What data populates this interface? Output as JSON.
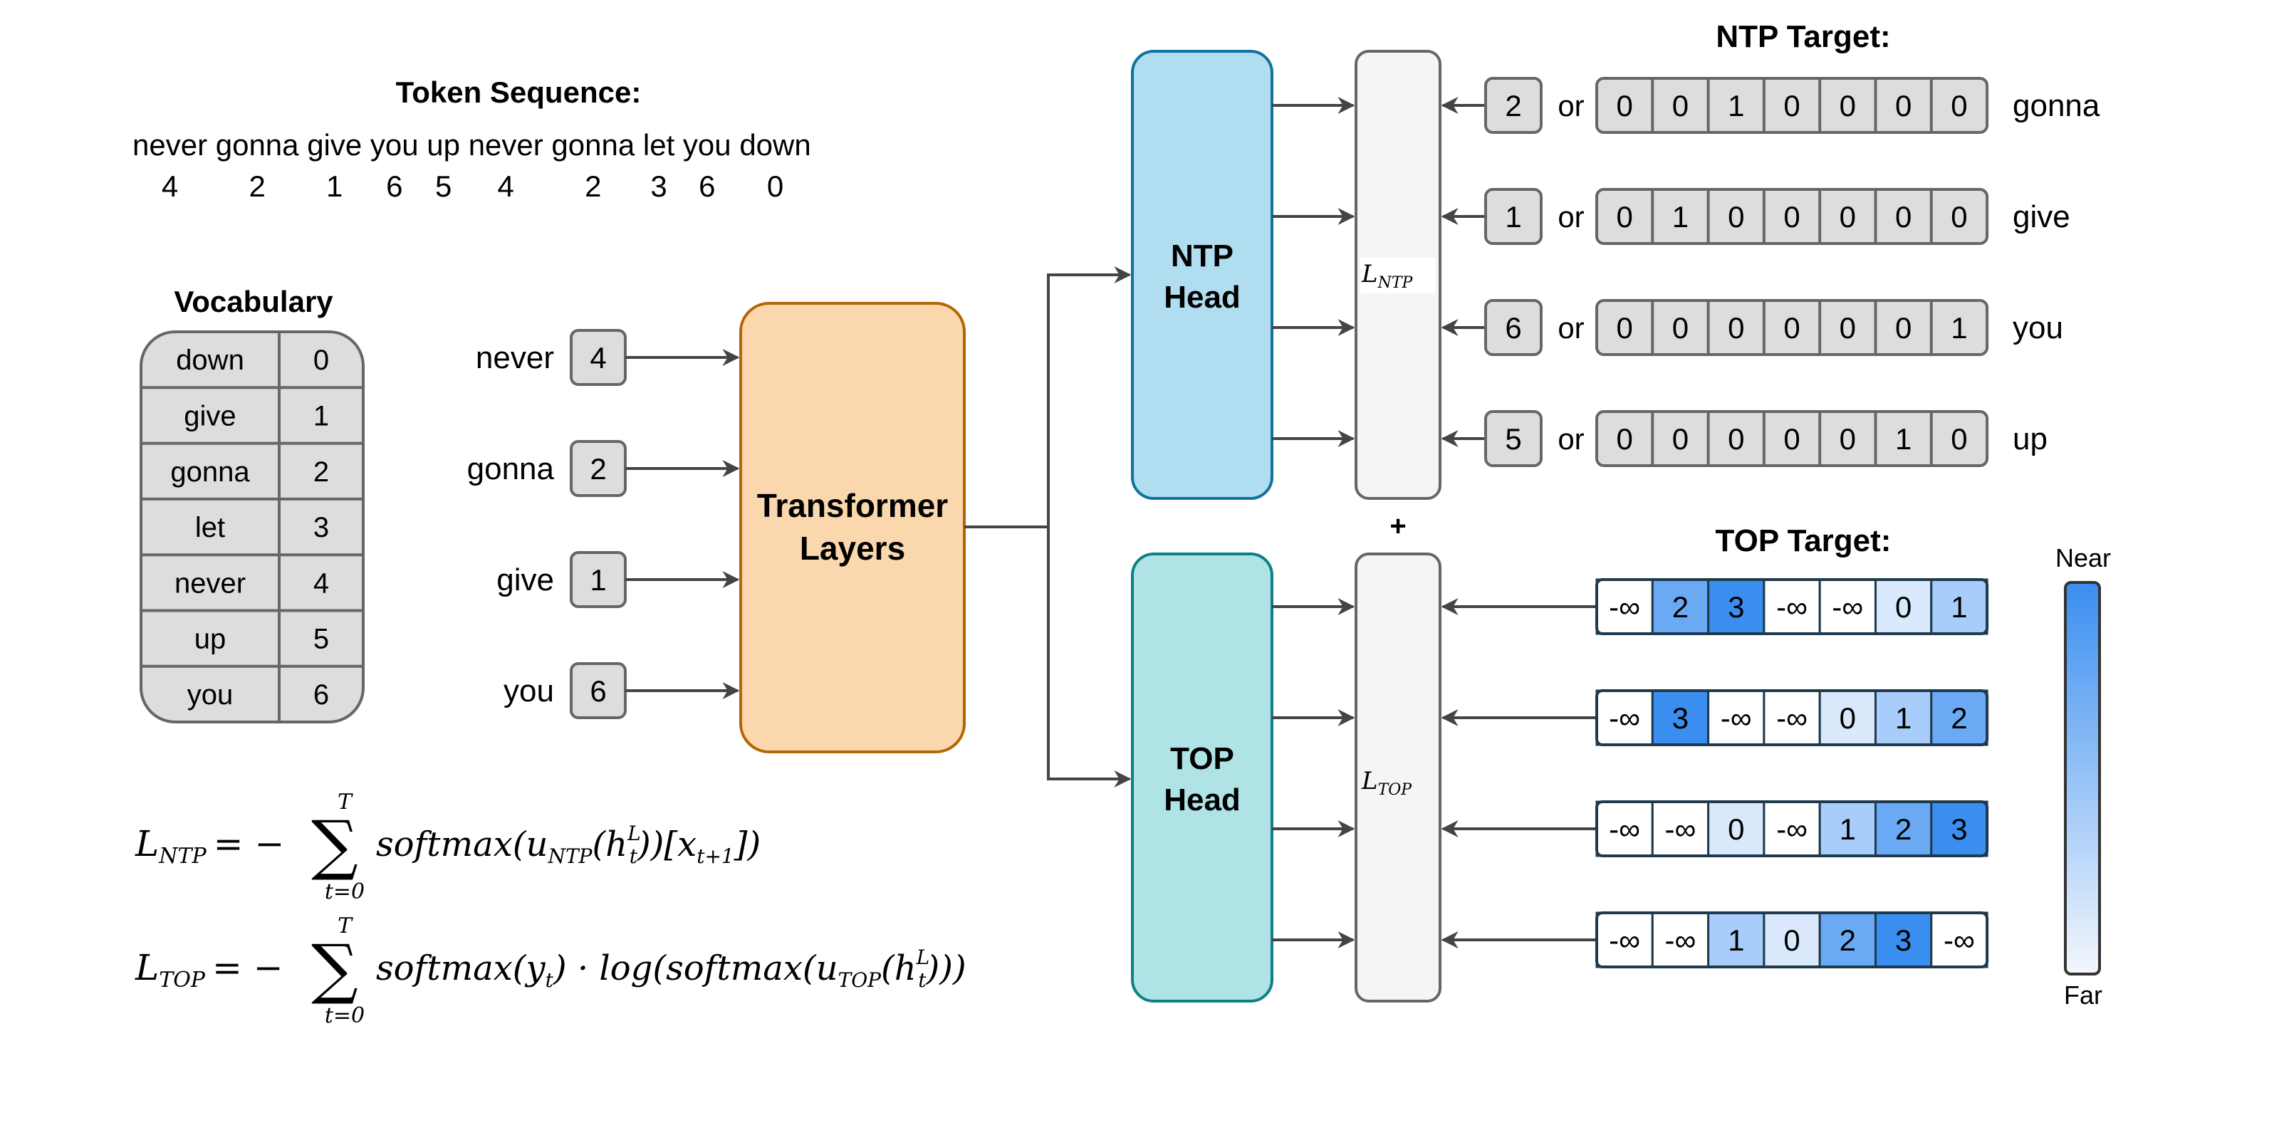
{
  "colors": {
    "ntp_head_fill": "#b1ddf0",
    "ntp_head_stroke": "#10739e",
    "top_head_fill": "#b0e3e6",
    "top_head_stroke": "#0e8088",
    "transformer_fill": "#fad7ac",
    "transformer_stroke": "#b46504",
    "loss_box_fill": "#f5f5f5",
    "loss_box_stroke": "#666666",
    "token_box_fill": "#dddddd",
    "token_box_stroke": "#666666",
    "arrow": "#444444",
    "scale_near": "#3a8ef0",
    "scale_far": "#f3f7fd"
  },
  "token_sequence": {
    "title": "Token Sequence:",
    "words": [
      "never",
      "gonna",
      "give",
      "you",
      "up",
      "never",
      "gonna",
      "let",
      "you",
      "down"
    ],
    "ids": [
      "4",
      "2",
      "1",
      "6",
      "5",
      "4",
      "2",
      "3",
      "6",
      "0"
    ]
  },
  "vocabulary": {
    "title": "Vocabulary",
    "rows": [
      {
        "word": "down",
        "id": "0"
      },
      {
        "word": "give",
        "id": "1"
      },
      {
        "word": "gonna",
        "id": "2"
      },
      {
        "word": "let",
        "id": "3"
      },
      {
        "word": "never",
        "id": "4"
      },
      {
        "word": "up",
        "id": "5"
      },
      {
        "word": "you",
        "id": "6"
      }
    ]
  },
  "inputs": [
    {
      "word": "never",
      "id": "4"
    },
    {
      "word": "gonna",
      "id": "2"
    },
    {
      "word": "give",
      "id": "1"
    },
    {
      "word": "you",
      "id": "6"
    }
  ],
  "transformer": {
    "line1": "Transformer",
    "line2": "Layers"
  },
  "ntp_head": {
    "line1": "NTP",
    "line2": "Head"
  },
  "top_head": {
    "line1": "TOP",
    "line2": "Head"
  },
  "loss_boxes": {
    "ntp": {
      "script": "L",
      "sub": "NTP"
    },
    "top": {
      "script": "L",
      "sub": "TOP"
    },
    "plus": "+"
  },
  "ntp_target": {
    "title": "NTP Target:",
    "or_label": "or",
    "rows": [
      {
        "id": "2",
        "onehot": [
          "0",
          "0",
          "1",
          "0",
          "0",
          "0",
          "0"
        ],
        "word": "gonna"
      },
      {
        "id": "1",
        "onehot": [
          "0",
          "1",
          "0",
          "0",
          "0",
          "0",
          "0"
        ],
        "word": "give"
      },
      {
        "id": "6",
        "onehot": [
          "0",
          "0",
          "0",
          "0",
          "0",
          "0",
          "1"
        ],
        "word": "you"
      },
      {
        "id": "5",
        "onehot": [
          "0",
          "0",
          "0",
          "0",
          "0",
          "1",
          "0"
        ],
        "word": "up"
      }
    ]
  },
  "top_target": {
    "title": "TOP Target:",
    "rows": [
      [
        "-∞",
        "2",
        "3",
        "-∞",
        "-∞",
        "0",
        "1"
      ],
      [
        "-∞",
        "3",
        "-∞",
        "-∞",
        "0",
        "1",
        "2"
      ],
      [
        "-∞",
        "-∞",
        "0",
        "-∞",
        "1",
        "2",
        "3"
      ],
      [
        "-∞",
        "-∞",
        "1",
        "0",
        "2",
        "3",
        "-∞"
      ]
    ]
  },
  "scale": {
    "near": "Near",
    "far": "Far"
  },
  "equations": {
    "ntp": {
      "lhs": "L",
      "lhs_sub": "NTP",
      "eq": "= −",
      "sum_top": "T",
      "sum_bottom": "t=0",
      "body_a": "softmax(u",
      "body_a_sub": "NTP",
      "body_b": "(h",
      "body_b_sup": "L",
      "body_b_sub": "t",
      "body_c": "))[x",
      "body_c_sub": "t+1",
      "body_d": "])"
    },
    "top": {
      "lhs": "L",
      "lhs_sub": "TOP",
      "eq": "= −",
      "sum_top": "T",
      "sum_bottom": "t=0",
      "body_a": "softmax(y",
      "body_a_sub": "t",
      "body_b": ") · log(softmax(u",
      "body_b_sub": "TOP",
      "body_c": "(h",
      "body_c_sup": "L",
      "body_c_sub": "t",
      "body_d": ")))"
    }
  }
}
